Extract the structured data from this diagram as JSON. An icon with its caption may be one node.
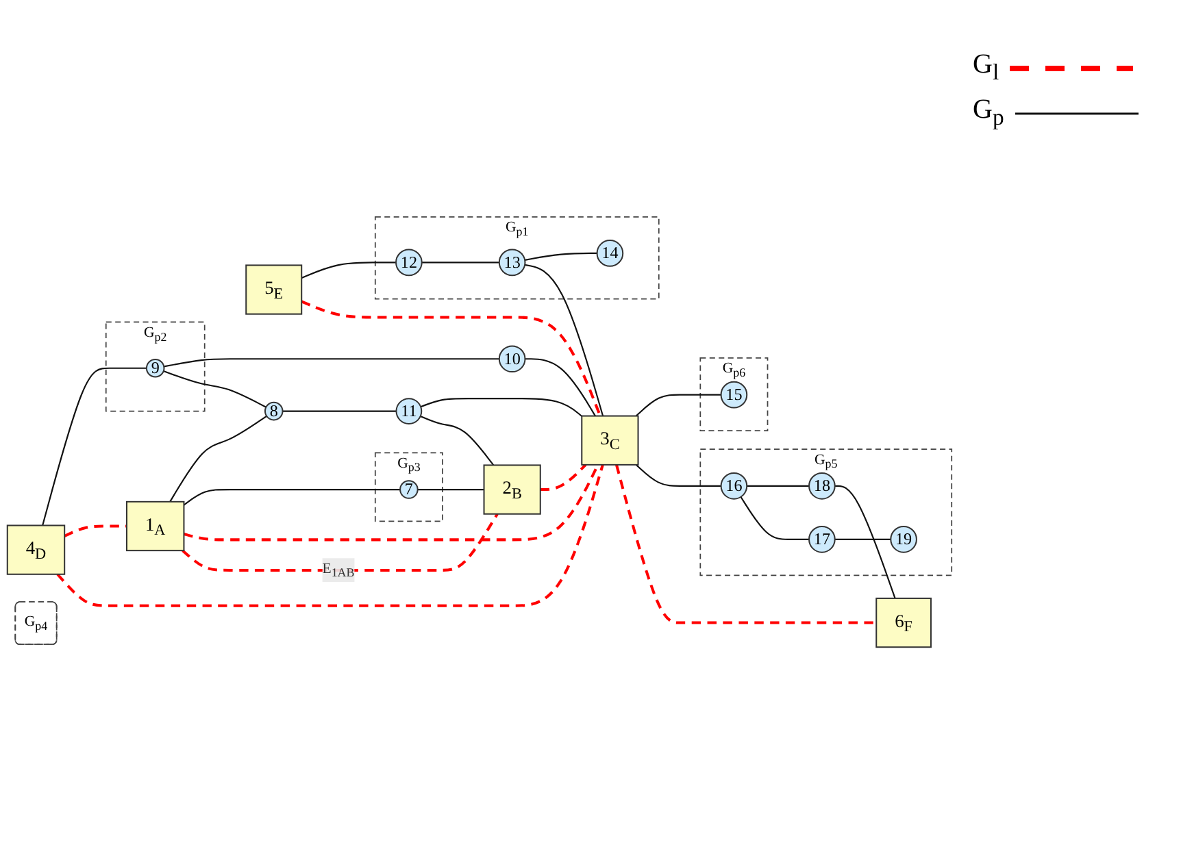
{
  "diagram": {
    "nodes": [
      {
        "text": [
          "5$_{E}$"
        ]
      },
      {
        "text": [
          "G$_{p1}$"
        ]
      },
      {
        "text": [
          "12"
        ],
        "in": 1
      },
      {
        "text": [
          "14"
        ],
        "in": 1
      },
      {
        "text": [
          "4$_{D}$"
        ]
      },
      {
        "text": [
          "G$_{p2}$"
        ]
      },
      {
        "text": [
          "13"
        ],
        "in": 1
      },
      {
        "text": [
          "9"
        ],
        "in": 5
      },
      {
        "text": [
          "10"
        ]
      },
      {
        "text": [
          "G$_{p6}$"
        ]
      },
      {
        "text": [
          "15"
        ],
        "in": 9
      },
      {
        "text": [
          "1$_{A}$"
        ]
      },
      {
        "text": [
          "3$_{C}$"
        ]
      },
      {
        "text": [
          "G$_{p3}$"
        ]
      },
      {
        "text": [
          "G$_{p4}$"
        ]
      },
      {
        "text": [
          "G$_{p5}$"
        ]
      },
      {
        "text": [
          "8"
        ]
      },
      {
        "text": [
          "11"
        ]
      },
      {
        "text": [
          "16"
        ],
        "in": 15
      },
      {
        "text": [
          "18"
        ],
        "in": 15
      },
      {
        "text": [
          "6$_{F}$"
        ]
      },
      {
        "text": [
          "7"
        ],
        "in": 13
      },
      {
        "text": [
          "17"
        ],
        "in": 15
      },
      {
        "text": [
          "19"
        ],
        "in": 15
      },
      {
        "text": [
          "2$_{B}$"
        ]
      }
    ],
    "edges": [
      {
        "from": 0,
        "to": 2,
        "arrow": "none"
      },
      {
        "from": 2,
        "to": 6,
        "arrow": "none"
      },
      {
        "from": 6,
        "to": 3,
        "arrow": "none"
      },
      {
        "from": 6,
        "to": 12,
        "arrow": "none"
      },
      {
        "from": 12,
        "to": 10,
        "arrow": "none"
      },
      {
        "from": 4,
        "to": 7,
        "arrow": "none"
      },
      {
        "from": 7,
        "to": 8,
        "arrow": "none"
      },
      {
        "from": 8,
        "to": 12,
        "arrow": "none"
      },
      {
        "from": 7,
        "to": 16,
        "arrow": "none"
      },
      {
        "from": 11,
        "to": 16,
        "arrow": "none"
      },
      {
        "from": 16,
        "to": 17,
        "arrow": "none"
      },
      {
        "from": 17,
        "to": 12,
        "arrow": "none"
      },
      {
        "from": 11,
        "to": 21,
        "arrow": "none"
      },
      {
        "from": 21,
        "to": 24,
        "arrow": "none"
      },
      {
        "from": 17,
        "to": 24,
        "arrow": "none"
      },
      {
        "from": 12,
        "to": 18,
        "arrow": "none"
      },
      {
        "from": 18,
        "to": 19,
        "arrow": "none"
      },
      {
        "from": 19,
        "to": 20,
        "arrow": "none"
      },
      {
        "from": 18,
        "to": 22,
        "arrow": "none"
      },
      {
        "from": 22,
        "to": 23,
        "arrow": "none"
      },
      {
        "from": 4,
        "to": 11,
        "arrow": "none",
        "style": "dashed",
        "color": "#ff0000"
      },
      {
        "from": 4,
        "to": 12,
        "arrow": "none",
        "style": "dashed",
        "color": "#ff0000"
      },
      {
        "from": 0,
        "to": 12,
        "arrow": "none",
        "style": "dashed",
        "color": "#ff0000"
      },
      {
        "from": 11,
        "to": 12,
        "arrow": "none",
        "style": "dashed",
        "color": "#ff0000"
      },
      {
        "from": 11,
        "to": 24,
        "arrow": "none",
        "style": "dashed",
        "color": "#ff0000",
        "label": "E$_{1AB}$"
      },
      {
        "from": 24,
        "to": 12,
        "arrow": "none",
        "style": "dashed",
        "color": "#ff0000"
      },
      {
        "from": 12,
        "to": 20,
        "arrow": "none",
        "style": "dashed",
        "color": "#ff0000"
      }
    ],
    "legend": [
      {
        "text": "G$_{l}$"
      },
      {
        "text": "G$_{p}$"
      }
    ]
  }
}
